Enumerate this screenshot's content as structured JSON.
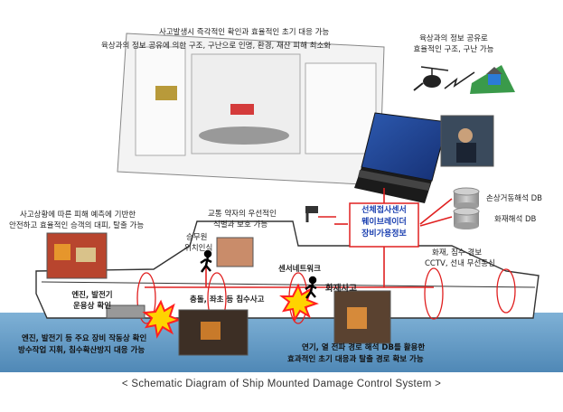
{
  "labels": {
    "top_line1": "사고발생시 즉각적인 확인과 효율적인 초기 대응 가능",
    "top_line2": "육상과의 정보 공유에 의한 구조, 구난으로 인명, 환경, 재산 피해 최소화",
    "land_line1": "육상과의 정보 공유로",
    "land_line2": "효율적인 구조, 구난 가능",
    "left_line1": "사고상황에 따른 피해 예측에 기반한",
    "left_line2": "안전하고 효율적인 승객의 대피, 탈출 가능",
    "vuln_line1": "교통 약자의 우선적인",
    "vuln_line2": "식별과 보호 가능",
    "crew_line1": "승무원",
    "crew_line2": "위치인식",
    "engine_line1": "엔진, 발전기",
    "engine_line2": "운용상 확인",
    "collision": "충돌, 좌초 등 침수사고",
    "sensor_net": "센서네트워크",
    "fire": "화재사고",
    "box_line1": "선체접사센서",
    "box_line2": "웨이브레이더",
    "box_line3": "장비가용정보",
    "fire_info_line1": "화재, 침수 경보",
    "fire_info_line2": "CCTV, 선내 무선통신",
    "db1": "손상거동해석 DB",
    "db2": "화재해석 DB",
    "bottom_left_line1": "엔진, 발전기 등 주요 장비 작동상 확인",
    "bottom_left_line2": "방수작업 지휘, 침수확산방지 대응 가능",
    "bottom_right_line1": "연기, 열 전파 경로 해석 DB를 활용한",
    "bottom_right_line2": "효과적인 초기 대응과 탈출 경로 확보 가능"
  },
  "caption": "< Schematic Diagram of Ship Mounted Damage Control System >",
  "colors": {
    "sea": "#5f9bc4",
    "hull": "#ffffff",
    "hull_stroke": "#333333",
    "red_link": "#e02020",
    "blue_text": "#1a3fb0",
    "screen": "#1f3f8f",
    "db_gray": "#a9a9a9"
  }
}
